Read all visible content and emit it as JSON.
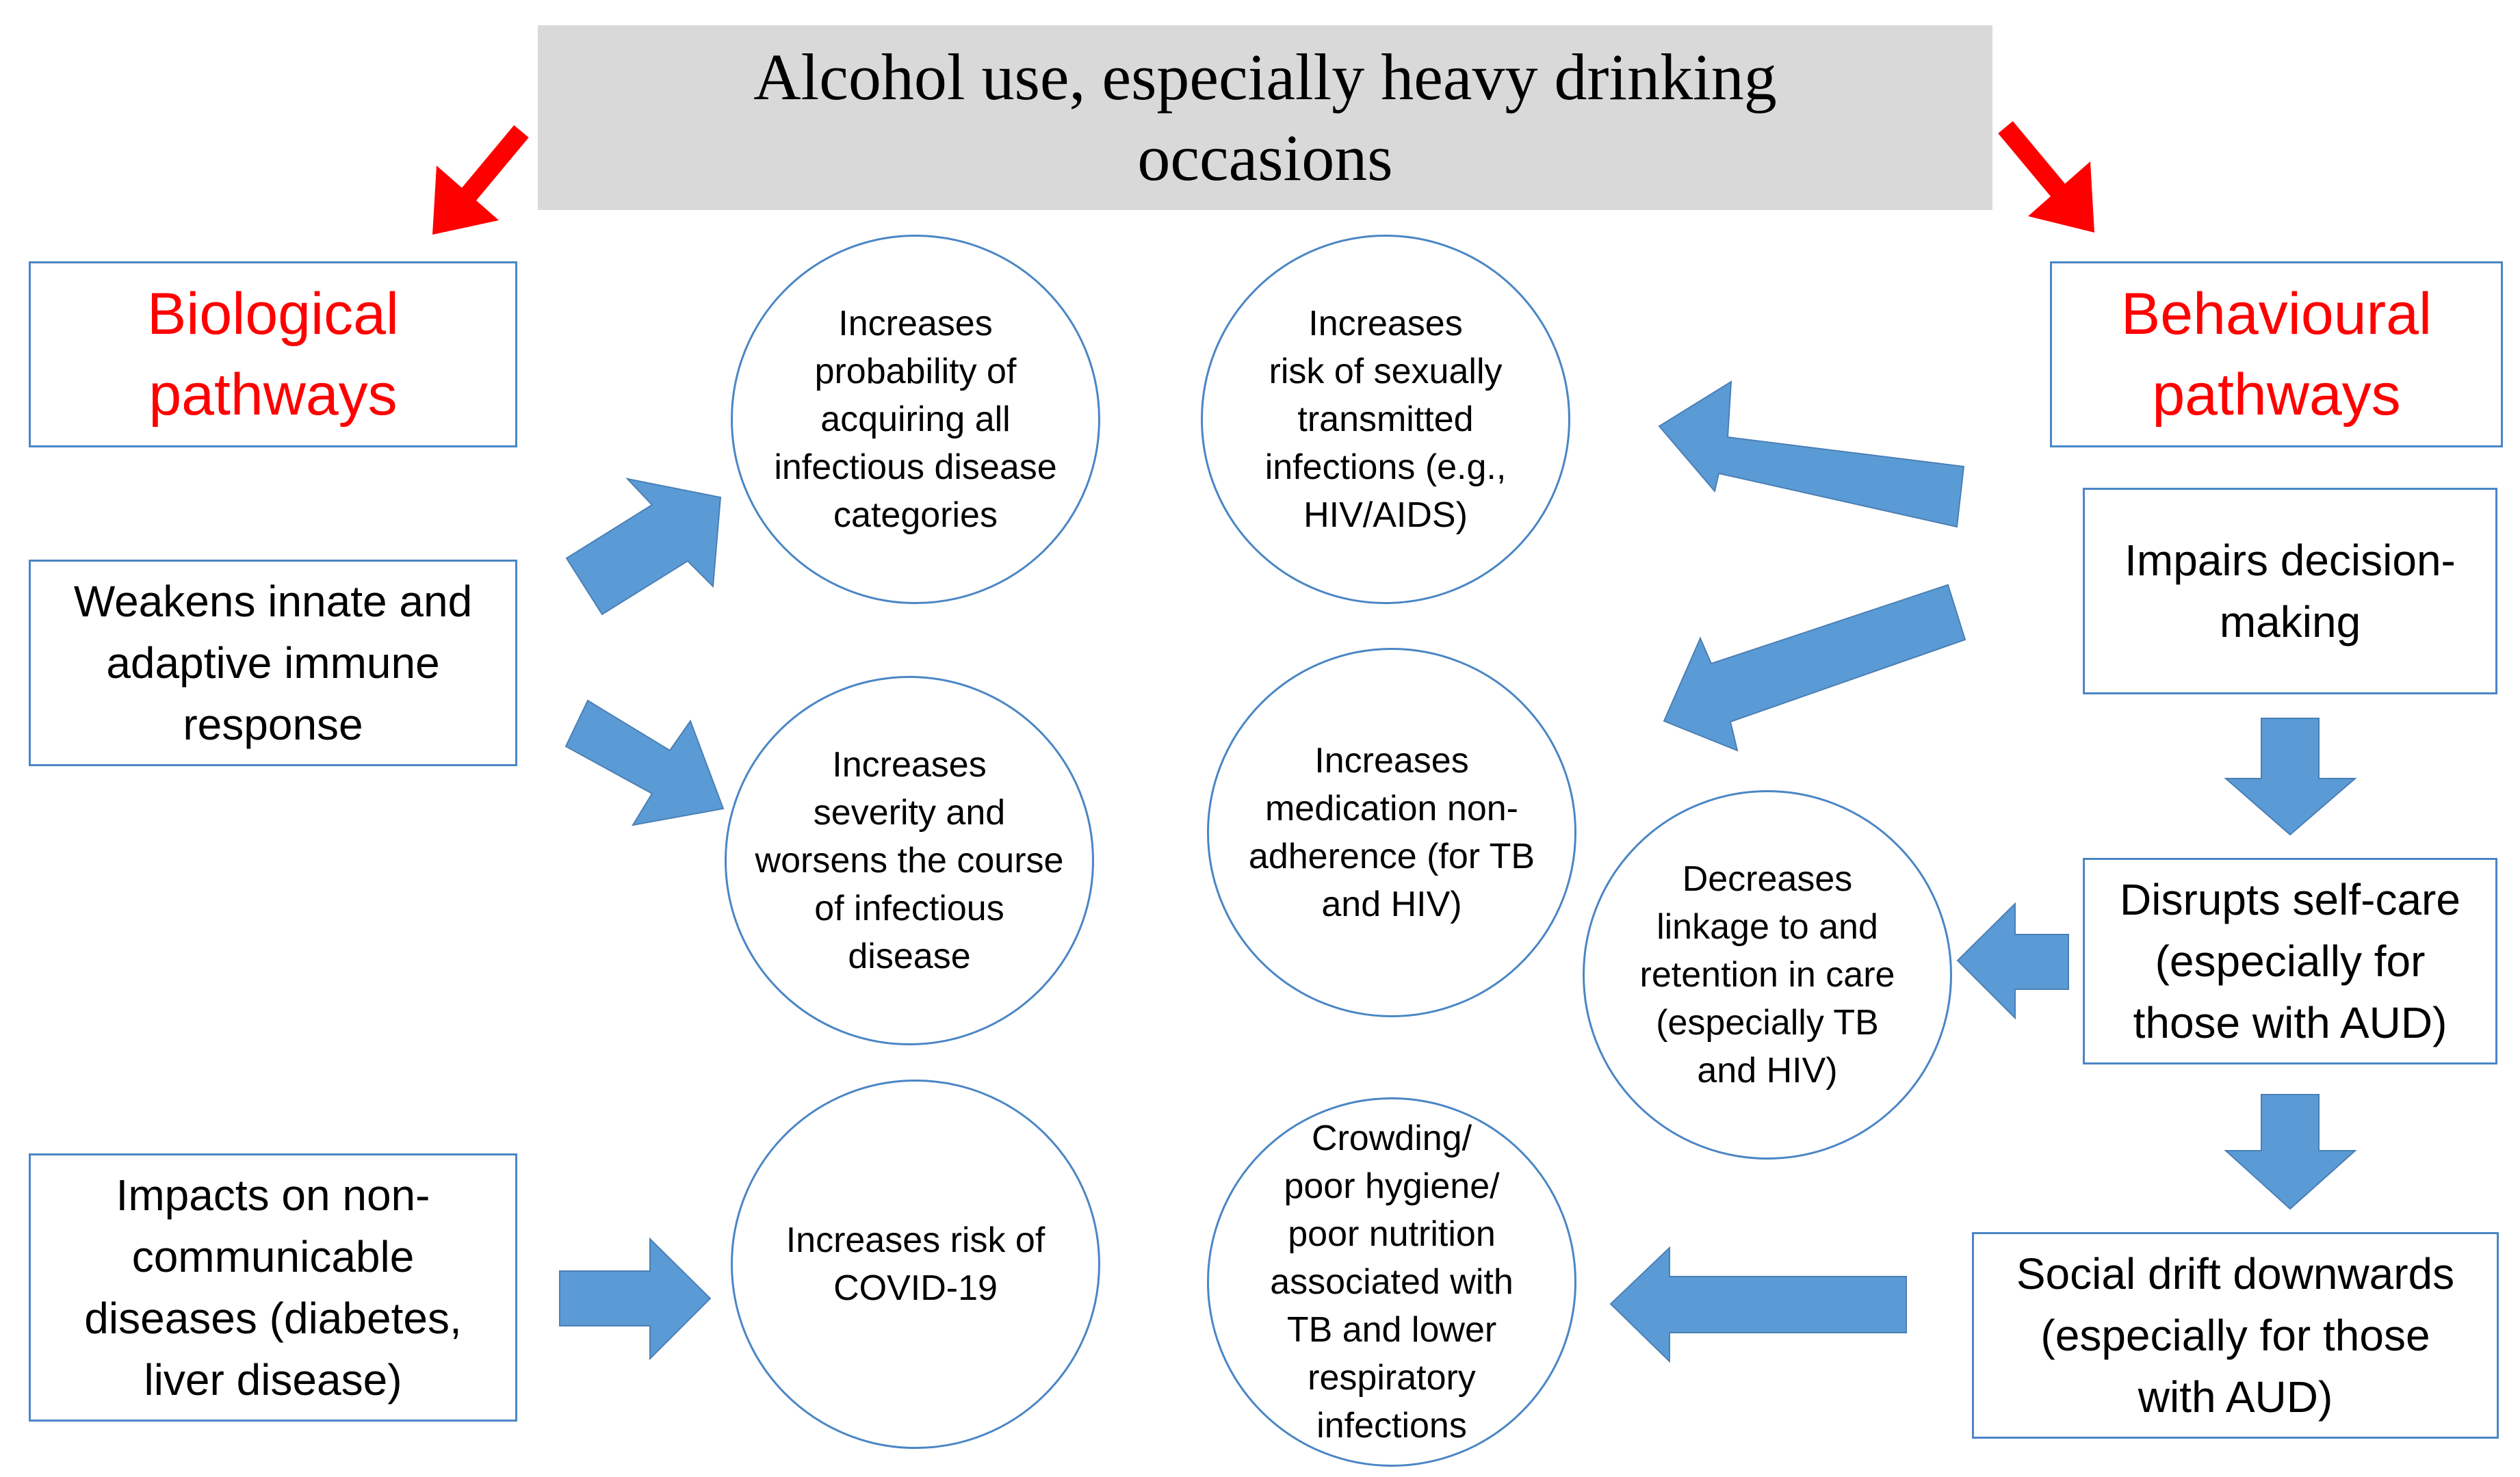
{
  "title": "Alcohol use, especially heavy drinking\noccasions",
  "left_header": "Biological\npathways",
  "right_header": "Behavioural\npathways",
  "left_boxes": {
    "immune": "Weakens innate and\nadaptive immune\nresponse",
    "ncd": "Impacts on non-\ncommunicable\ndiseases (diabetes,\nliver disease)"
  },
  "right_boxes": {
    "decision": "Impairs decision-\nmaking",
    "selfcare": "Disrupts self-care\n(especially for\nthose with AUD)",
    "drift": "Social drift downwards\n(especially for those\nwith AUD)"
  },
  "circles": {
    "probability": "Increases\nprobability of\nacquiring all\ninfectious disease\ncategories",
    "severity": "Increases\nseverity and\nworsens the course\nof infectious\ndisease",
    "covid": "Increases risk of\nCOVID-19",
    "sti": "Increases\nrisk of sexually\ntransmitted\ninfections (e.g.,\nHIV/AIDS)",
    "nonadherence": "Increases\nmedication non-\nadherence (for TB\nand HIV)",
    "crowding": "Crowding/\npoor hygiene/\npoor nutrition\nassociated with\nTB and lower\nrespiratory\ninfections",
    "linkage": "Decreases\nlinkage to and\nretention in care\n(especially TB\nand HIV)"
  },
  "colors": {
    "red_arrow": "#ff0000",
    "blue_arrow": "#5b9bd5",
    "border": "#4a86c5",
    "title_bg": "#d9d9d9"
  }
}
